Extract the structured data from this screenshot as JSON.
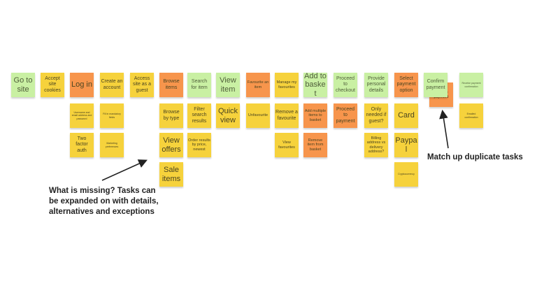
{
  "columns": [
    {
      "cards": [
        {
          "text": "Go to site",
          "color": "green",
          "size": "xl"
        }
      ]
    },
    {
      "cards": [
        {
          "text": "Accept site cookies",
          "color": "yellow",
          "size": "l"
        }
      ]
    },
    {
      "cards": [
        {
          "text": "Log in",
          "color": "orange",
          "size": "xl"
        },
        {
          "text": "Username and email address and password",
          "color": "yellow",
          "size": "s"
        },
        {
          "text": "Two factor auth",
          "color": "yellow",
          "size": "l"
        }
      ]
    },
    {
      "cards": [
        {
          "text": "Create an account",
          "color": "yellow",
          "size": "l"
        },
        {
          "text": "Fill in mandatory fields",
          "color": "yellow",
          "size": "s"
        },
        {
          "text": "Marketing preferences",
          "color": "yellow",
          "size": "s"
        }
      ]
    },
    {
      "cards": [
        {
          "text": "Access site as a guest",
          "color": "yellow",
          "size": "l"
        }
      ]
    },
    {
      "cards": [
        {
          "text": "Browse items",
          "color": "orange",
          "size": "l"
        },
        {
          "text": "Browse by type",
          "color": "yellow",
          "size": "l"
        },
        {
          "text": "View offers",
          "color": "yellow",
          "size": "xl"
        },
        {
          "text": "Sale items",
          "color": "yellow",
          "size": "xl"
        }
      ]
    },
    {
      "cards": [
        {
          "text": "Search for item",
          "color": "green",
          "size": "l"
        },
        {
          "text": "Filter search results",
          "color": "yellow",
          "size": "l"
        },
        {
          "text": "Order results by price, newest",
          "color": "yellow",
          "size": "m"
        }
      ]
    },
    {
      "cards": [
        {
          "text": "View item",
          "color": "green",
          "size": "xl"
        },
        {
          "text": "Quick view",
          "color": "yellow",
          "size": "xl"
        }
      ]
    },
    {
      "cards": [
        {
          "text": "Favourite an item",
          "color": "orange",
          "size": "m"
        },
        {
          "text": "Unfavourite",
          "color": "yellow",
          "size": "m"
        }
      ]
    },
    {
      "cards": [
        {
          "text": "Manage my favourites",
          "color": "yellow",
          "size": "m"
        },
        {
          "text": "Remove a favourite",
          "color": "yellow",
          "size": "l"
        },
        {
          "text": "View favourites",
          "color": "yellow",
          "size": "m"
        }
      ]
    },
    {
      "cards": [
        {
          "text": "Add to basket",
          "color": "green",
          "size": "xl"
        },
        {
          "text": "Add multiple items to basket",
          "color": "orange",
          "size": "m"
        },
        {
          "text": "Remove item from basket",
          "color": "orange",
          "size": "m"
        }
      ]
    },
    {
      "cards": [
        {
          "text": "Proceed to checkout",
          "color": "green",
          "size": "l"
        },
        {
          "text": "Proceed to payment",
          "color": "orange",
          "size": "l"
        }
      ]
    },
    {
      "cards": [
        {
          "text": "Provide personal details",
          "color": "green",
          "size": "l"
        },
        {
          "text": "Only needed if guest?",
          "color": "yellow",
          "size": "l"
        },
        {
          "text": "Billing address vs delivery address?",
          "color": "yellow",
          "size": "m"
        }
      ]
    },
    {
      "cards": [
        {
          "text": "Select payment option",
          "color": "orange",
          "size": "l"
        },
        {
          "text": "Card",
          "color": "yellow",
          "size": "xl"
        },
        {
          "text": "Paypal",
          "color": "yellow",
          "size": "xl"
        },
        {
          "text": "Cryptocurrency",
          "color": "yellow",
          "size": "s"
        }
      ]
    },
    {
      "cards": [
        {
          "text": "Confirm payment",
          "color": "green",
          "size": "l"
        }
      ]
    },
    {
      "cards": [
        {
          "text": "Receive payment confirmation",
          "color": "green",
          "size": "s"
        },
        {
          "text": "Emailed confirmation",
          "color": "yellow",
          "size": "s"
        }
      ]
    }
  ],
  "duplicate_card": {
    "text": "Confirm payment",
    "color": "orange"
  },
  "annotations": {
    "missing": "What is missing? Tasks can be expanded on with details, alternatives and exceptions",
    "duplicates": "Match up duplicate tasks"
  }
}
